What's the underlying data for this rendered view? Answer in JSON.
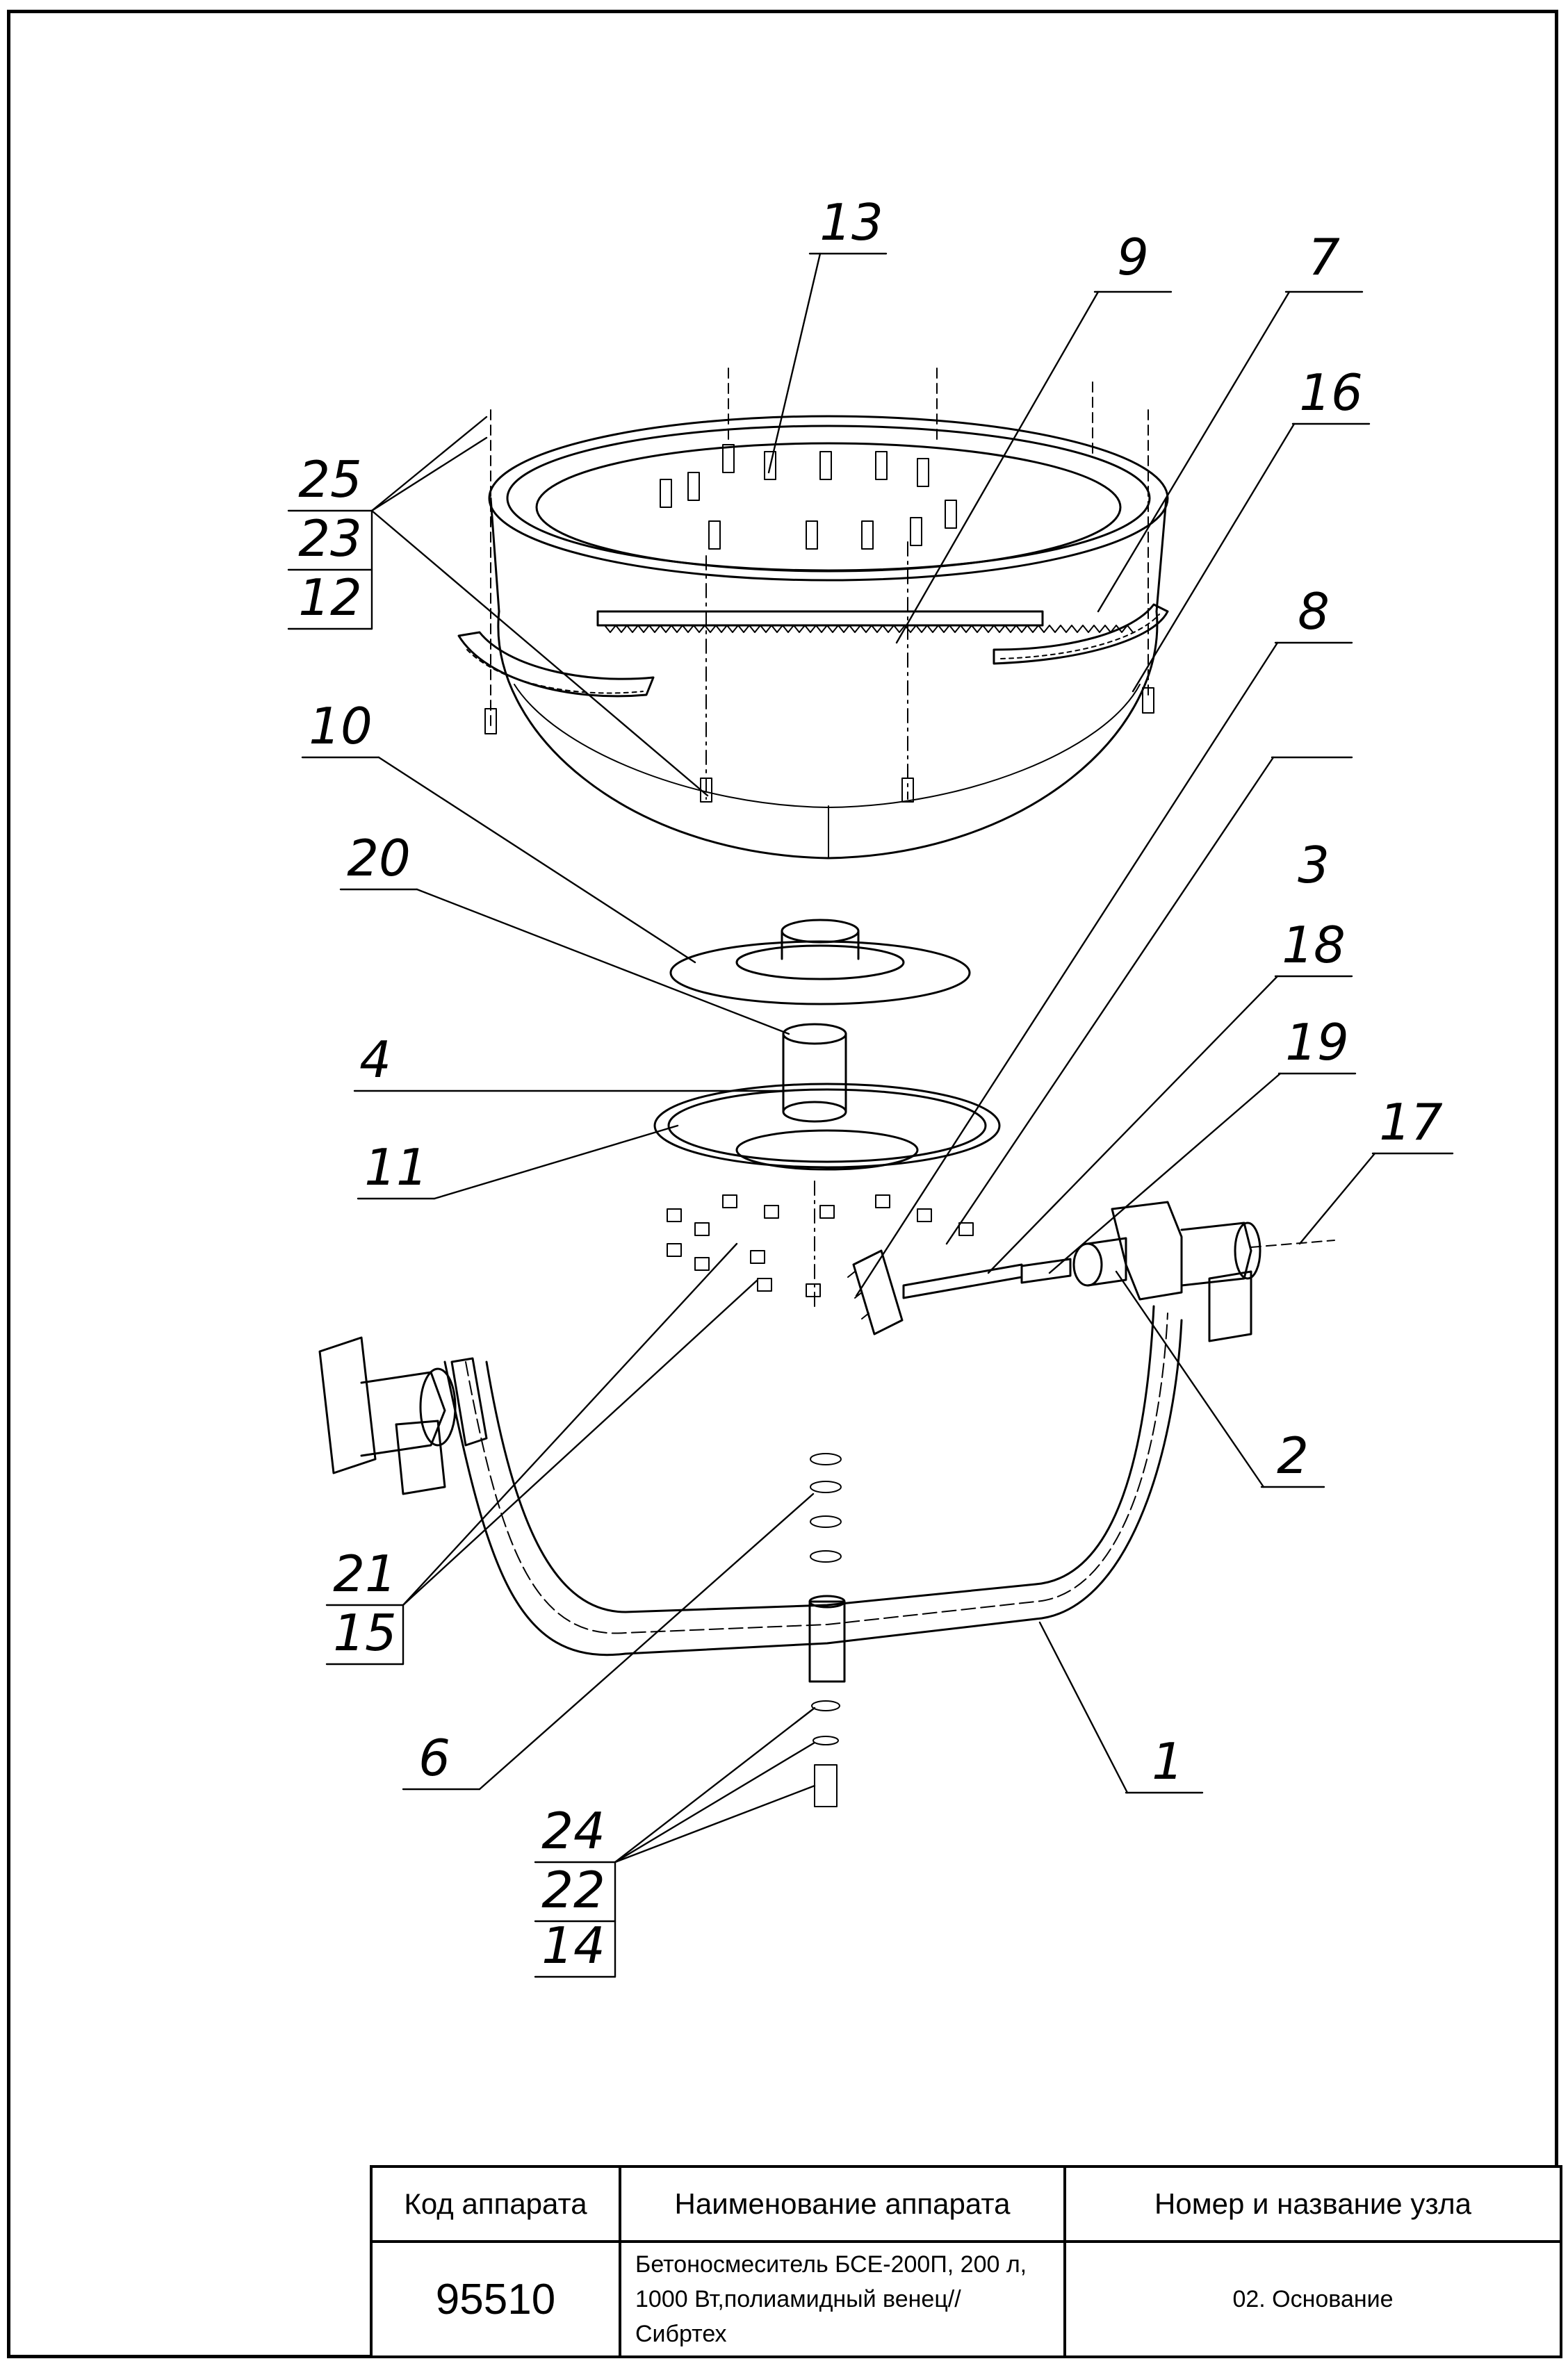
{
  "callouts": [
    "13",
    "9",
    "7",
    "16",
    "25",
    "23",
    "12",
    "8",
    "10",
    "20",
    "3",
    "18",
    "19",
    "17",
    "4",
    "11",
    "2",
    "21",
    "15",
    "6",
    "1",
    "24",
    "22",
    "14"
  ],
  "title_block": {
    "header_code": "Код аппарата",
    "header_name": "Наименование аппарата",
    "header_node": "Номер и название узла",
    "code": "95510",
    "name_line1": "Бетоносмеситель БСЕ-200П, 200 л,",
    "name_line2": "1000 Вт,полиамидный венец//",
    "name_line3": "Сибртех",
    "node": "02. Основание"
  }
}
